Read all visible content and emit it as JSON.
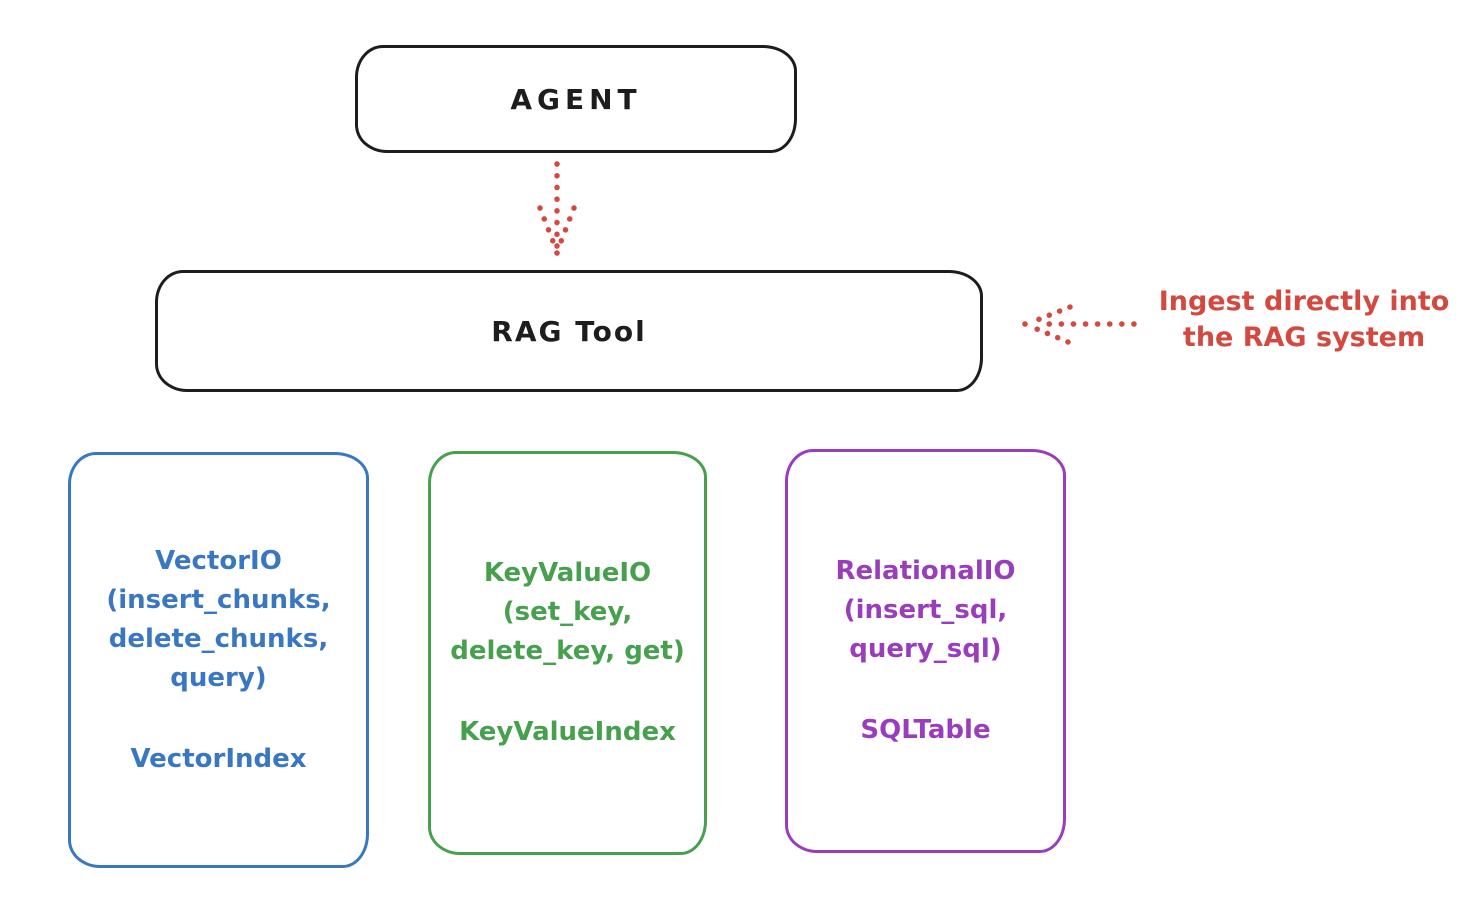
{
  "diagram": {
    "agent": {
      "label": "AGENT"
    },
    "rag": {
      "label": "RAG Tool"
    },
    "annotation": {
      "line1": "Ingest directly into",
      "line2": "the RAG system"
    },
    "arrows": {
      "agent_to_rag": "dotted-down-arrow",
      "annotation_to_rag": "dotted-left-arrow"
    },
    "colors": {
      "outline": "#1d1d1d",
      "annotation_red": "#d4493f",
      "vector_blue": "#3a77c2",
      "keyvalue_green": "#47a04e",
      "relational_purple": "#9a3dbd",
      "background": "#ffffff"
    },
    "backends": [
      {
        "title": "VectorIO",
        "methods": [
          "(insert_chunks,",
          "delete_chunks,",
          "query)"
        ],
        "index": "VectorIndex"
      },
      {
        "title": "KeyValueIO",
        "methods": [
          "(set_key,",
          "delete_key, get)"
        ],
        "index": "KeyValueIndex"
      },
      {
        "title": "RelationalIO",
        "methods": [
          "(insert_sql,",
          "query_sql)"
        ],
        "index": "SQLTable"
      }
    ]
  }
}
